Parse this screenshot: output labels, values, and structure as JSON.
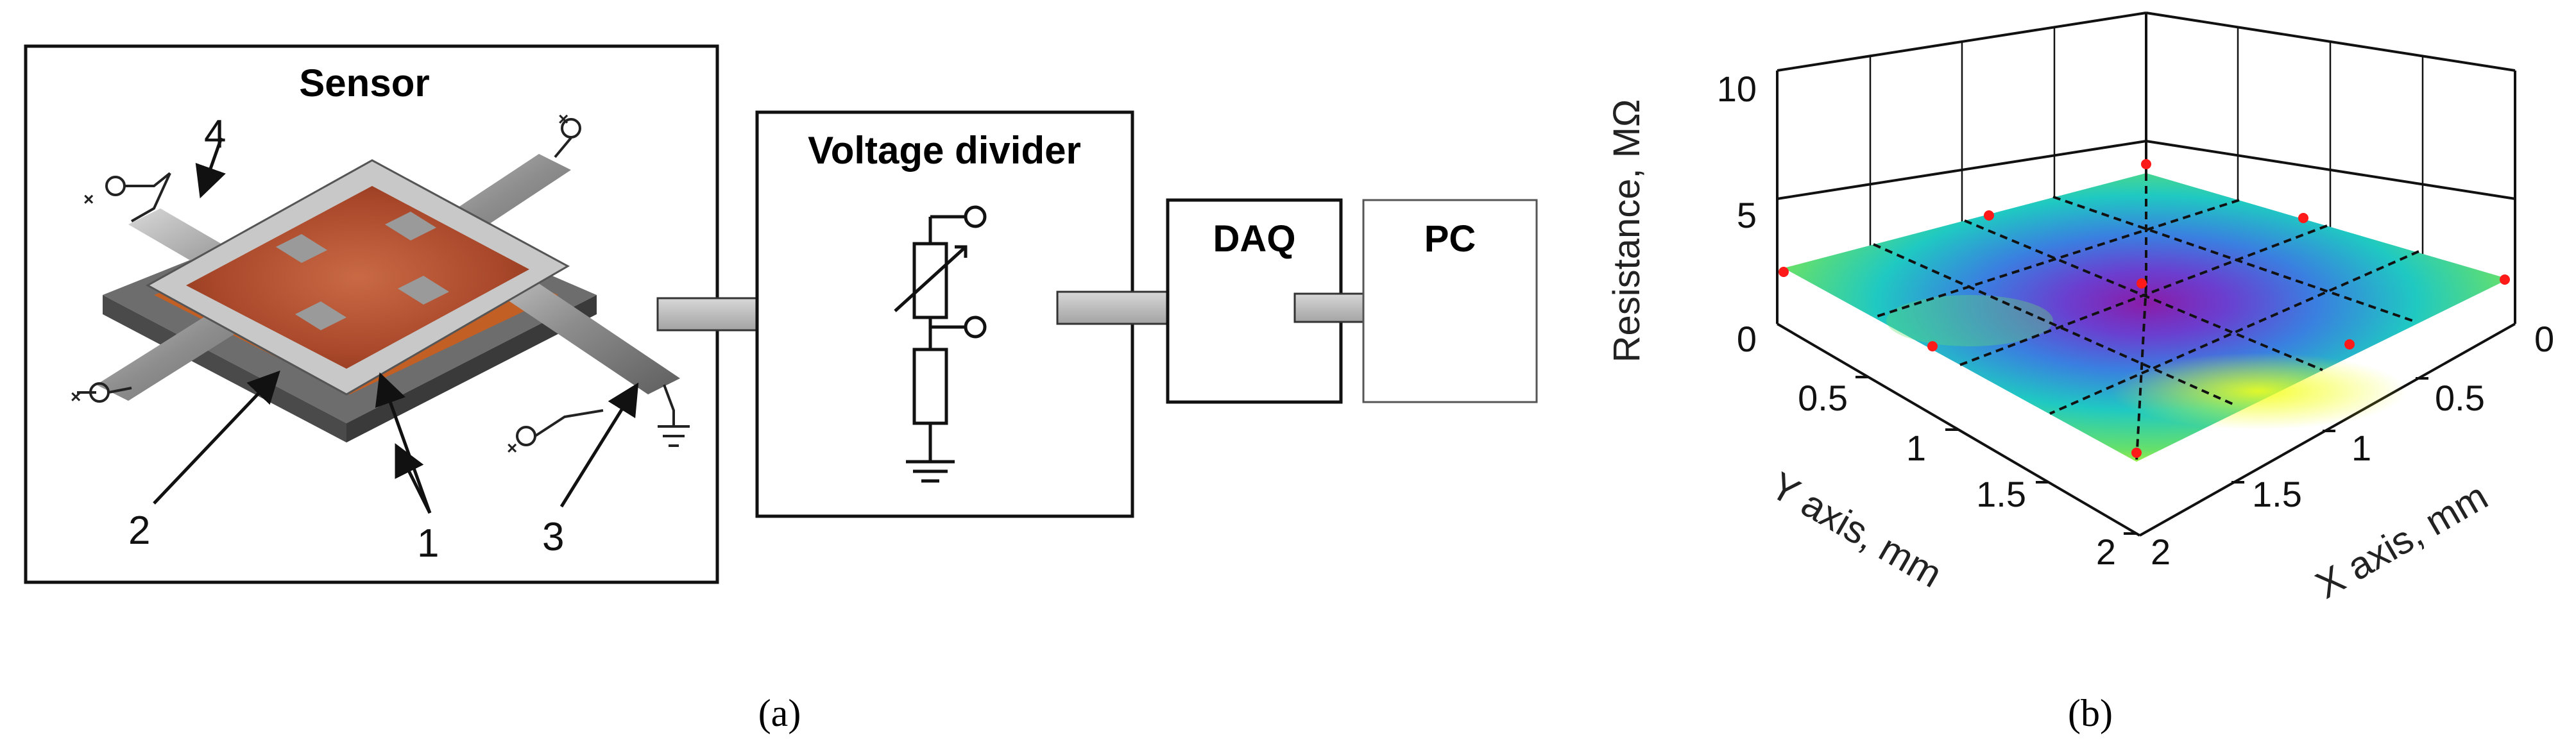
{
  "panel_a": {
    "sensor_title": "Sensor",
    "divider_title": "Voltage divider",
    "daq_label": "DAQ",
    "pc_label": "PC",
    "callouts": [
      "1",
      "2",
      "3",
      "4"
    ],
    "caption": "(a)"
  },
  "panel_b": {
    "zlabel": "Resistance, MΩ",
    "ylabel": "Y axis, mm",
    "xlabel": "X axis, mm",
    "z_ticks": [
      "0",
      "5",
      "10"
    ],
    "y_ticks": [
      "0.5",
      "1",
      "1.5",
      "2"
    ],
    "x_ticks": [
      "0",
      "0.5",
      "1",
      "1.5",
      "2"
    ],
    "caption": "(b)"
  },
  "colors": {
    "surface_low": "#7b1fa2",
    "surface_mid": "#1ec8c0",
    "surface_high": "#f4ff1a",
    "points": "#ff1a1a",
    "copper": "#b9502e"
  }
}
